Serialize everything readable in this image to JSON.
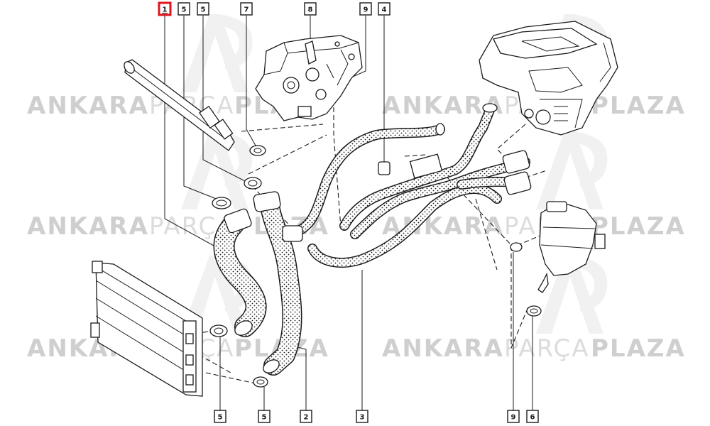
{
  "colors": {
    "highlight": "#e0141e",
    "line": "#1a1a1a",
    "watermark": "#cfcfcf",
    "logo": "#f1f1f1"
  },
  "watermark": {
    "word1": "ANKARA",
    "word2": "PARÇA",
    "word3": "PLAZA"
  },
  "callouts": {
    "top": [
      {
        "label": "1",
        "highlighted": true
      },
      {
        "label": "5"
      },
      {
        "label": "5"
      },
      {
        "label": "7"
      },
      {
        "label": "8"
      },
      {
        "label": "9"
      },
      {
        "label": "4"
      }
    ],
    "bottom": [
      {
        "label": "5"
      },
      {
        "label": "5"
      },
      {
        "label": "2"
      },
      {
        "label": "3"
      },
      {
        "label": "9"
      },
      {
        "label": "6"
      }
    ]
  }
}
